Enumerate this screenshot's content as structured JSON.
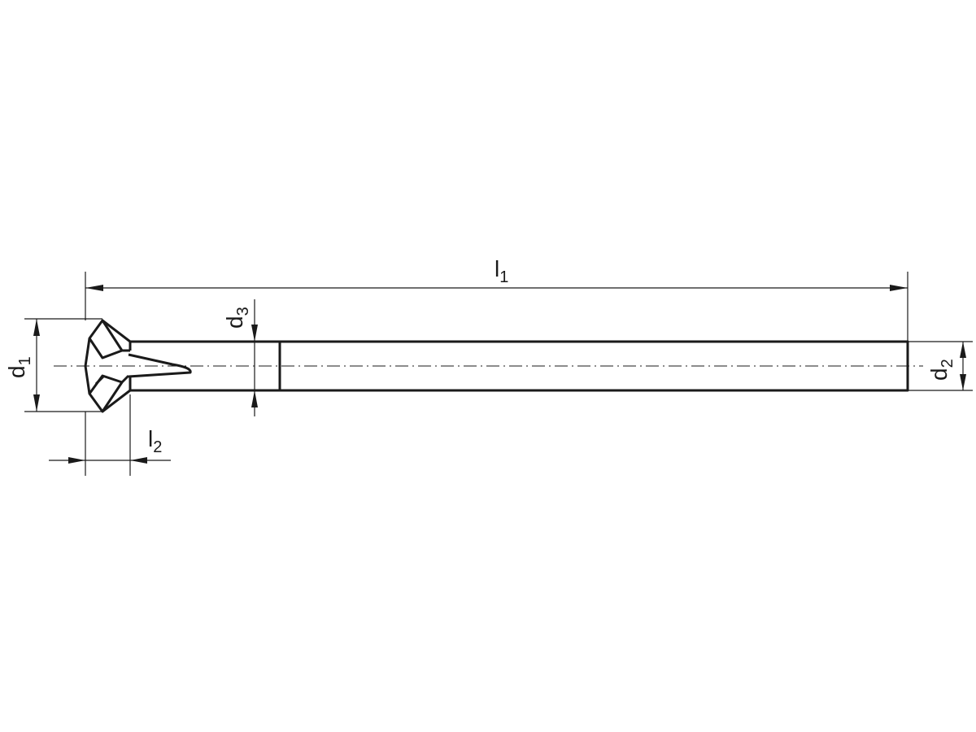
{
  "dimensions": {
    "l1": {
      "base": "l",
      "sub": "1"
    },
    "l2": {
      "base": "l",
      "sub": "2"
    },
    "d1": {
      "base": "d",
      "sub": "1"
    },
    "d2": {
      "base": "d",
      "sub": "2"
    },
    "d3": {
      "base": "d",
      "sub": "3"
    }
  },
  "colors": {
    "line": "#1a1a1a",
    "background": "#ffffff"
  }
}
